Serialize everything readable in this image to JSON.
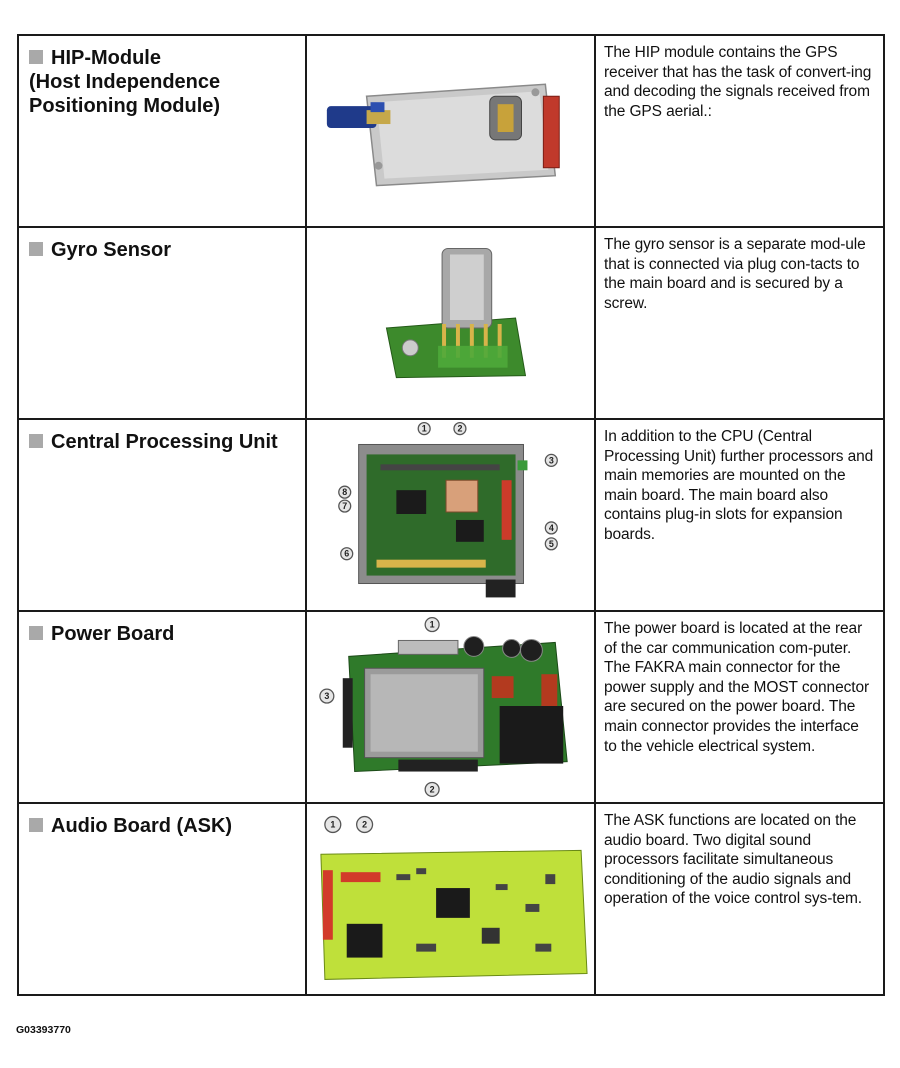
{
  "rows": [
    {
      "title_line1": "HIP-Module",
      "title_line2": "(Host Independence",
      "title_line3": "Positioning Module)",
      "description": "The HIP module contains the GPS receiver that has the task of convert-ing and decoding the signals received from the GPS aerial.:"
    },
    {
      "title_line1": "Gyro Sensor",
      "description": "The gyro sensor is a separate mod-ule that is connected via plug con-tacts to the  main board and is secured by a screw."
    },
    {
      "title_line1": "Central Processing Unit",
      "description": "In addition to the CPU (Central Processing Unit) further processors and main memories are mounted on the main board. The main board also contains plug-in slots for expansion boards.",
      "callouts": [
        "1",
        "2",
        "3",
        "4",
        "5",
        "6",
        "7",
        "8"
      ]
    },
    {
      "title_line1": "Power Board",
      "description": "The power board is located at the rear of the car communication com-puter. The FAKRA main connector for the power supply and the MOST connector are secured on the power board. The main connector provides the interface to the vehicle electrical system.",
      "callouts": [
        "1",
        "2",
        "3"
      ]
    },
    {
      "title_line1": "Audio Board (ASK)",
      "description": "The ASK functions are located on the audio board. Two digital sound processors facilitate simultaneous conditioning of the audio signals and operation of the voice control sys-tem.",
      "callouts": [
        "1",
        "2"
      ]
    }
  ],
  "figure_code": "G03393770",
  "icons": {
    "bullet": "grey-square-bullet"
  }
}
